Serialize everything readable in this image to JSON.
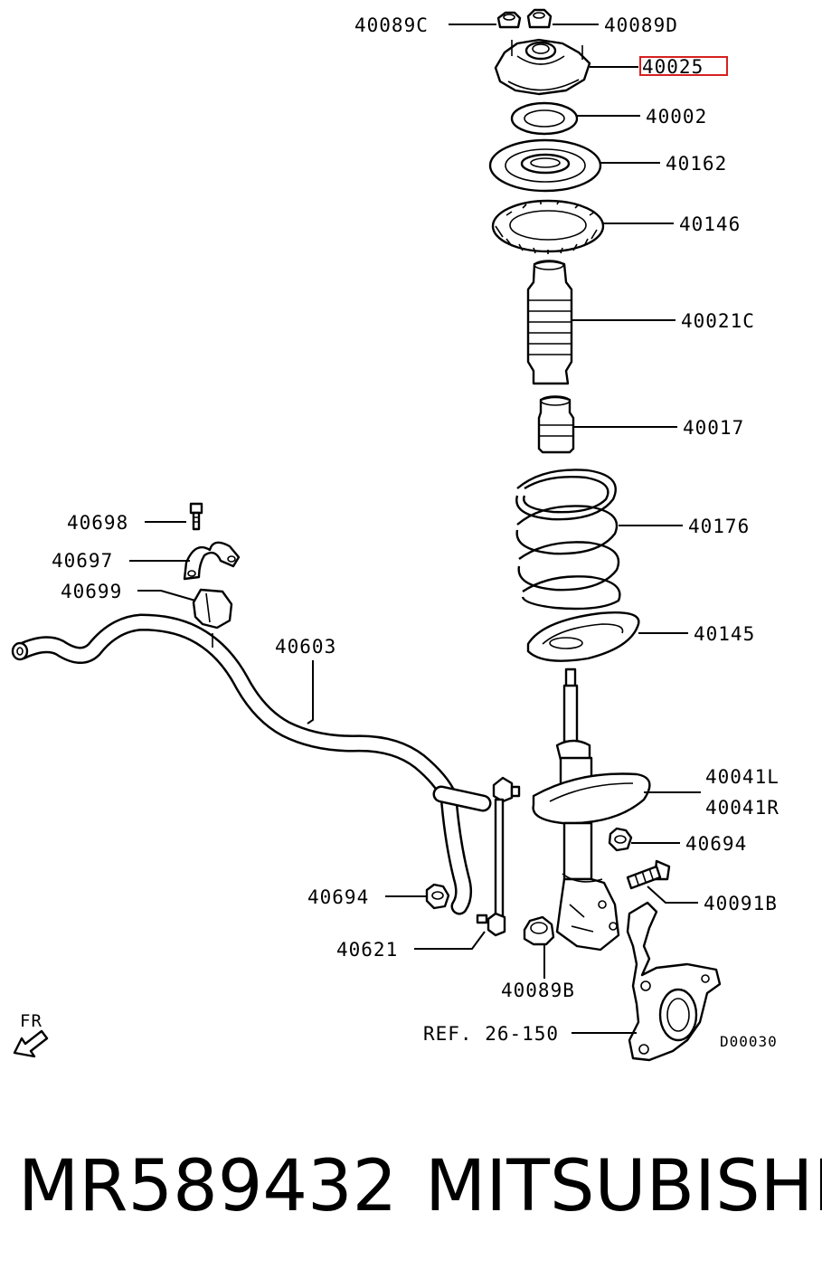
{
  "diagram_id": "D00030",
  "fr_label": "FR",
  "highlight_color": "#d62020",
  "callouts": {
    "c40089C": "40089C",
    "c40089D": "40089D",
    "c40025": "40025",
    "c40002": "40002",
    "c40162": "40162",
    "c40146": "40146",
    "c40021C": "40021C",
    "c40017": "40017",
    "c40176": "40176",
    "c40145": "40145",
    "c40698": "40698",
    "c40697": "40697",
    "c40699": "40699",
    "c40603": "40603",
    "c40041L": "40041L",
    "c40041R": "40041R",
    "c40694a": "40694",
    "c40091B": "40091B",
    "c40694b": "40694",
    "c40621": "40621",
    "c40089B": "40089B",
    "ref": "REF. 26-150"
  },
  "footer": {
    "part_number": "MR589432",
    "brand": "MITSUBISHI"
  }
}
